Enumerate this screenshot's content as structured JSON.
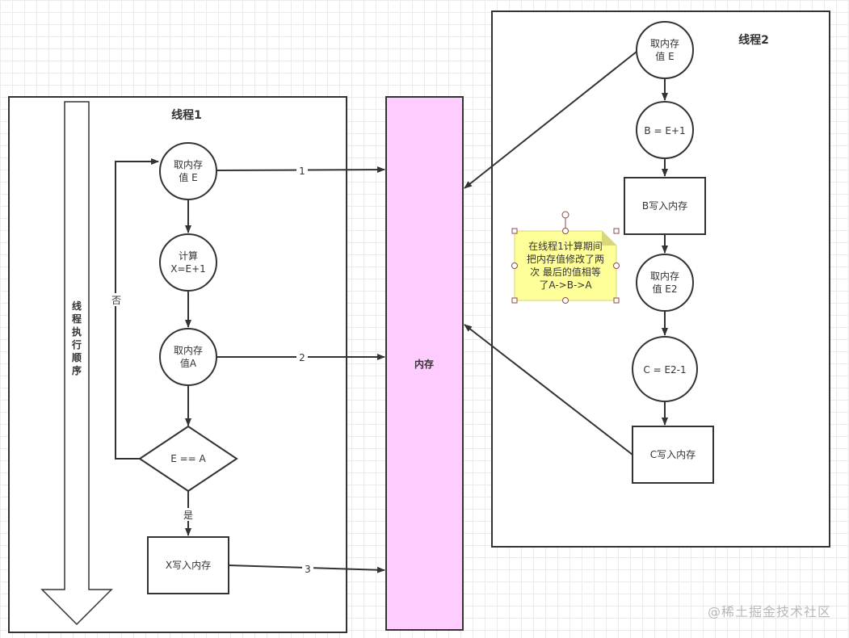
{
  "thread1": {
    "title": "线程1",
    "order_arrow_label": "线程执行顺序",
    "nodes": {
      "read_e": [
        "取内存",
        "值 E"
      ],
      "compute": [
        "计算",
        "X=E+1"
      ],
      "read_a": [
        "取内存",
        "值A"
      ],
      "decision": "E == A",
      "write_x": "X写入内存"
    },
    "edge_labels": {
      "no": "否",
      "yes": "是",
      "step1": "1",
      "step2": "2",
      "step3": "3"
    }
  },
  "memory": {
    "label": "内存",
    "fill_color": "#ffccff"
  },
  "thread2": {
    "title": "线程2",
    "nodes": {
      "read_e": [
        "取内存",
        "值 E"
      ],
      "compute_b": "B = E+1",
      "write_b": "B写入内存",
      "read_e2": [
        "取内存",
        "值 E2"
      ],
      "compute_c": "C = E2-1",
      "write_c": "C写入内存"
    }
  },
  "note": {
    "lines": [
      "在线程1计算期间",
      "把内存值修改了两",
      "次  最后的值相等",
      "了A->B->A"
    ],
    "fill_color": "#ffff99"
  },
  "watermark": "@稀土掘金技术社区"
}
